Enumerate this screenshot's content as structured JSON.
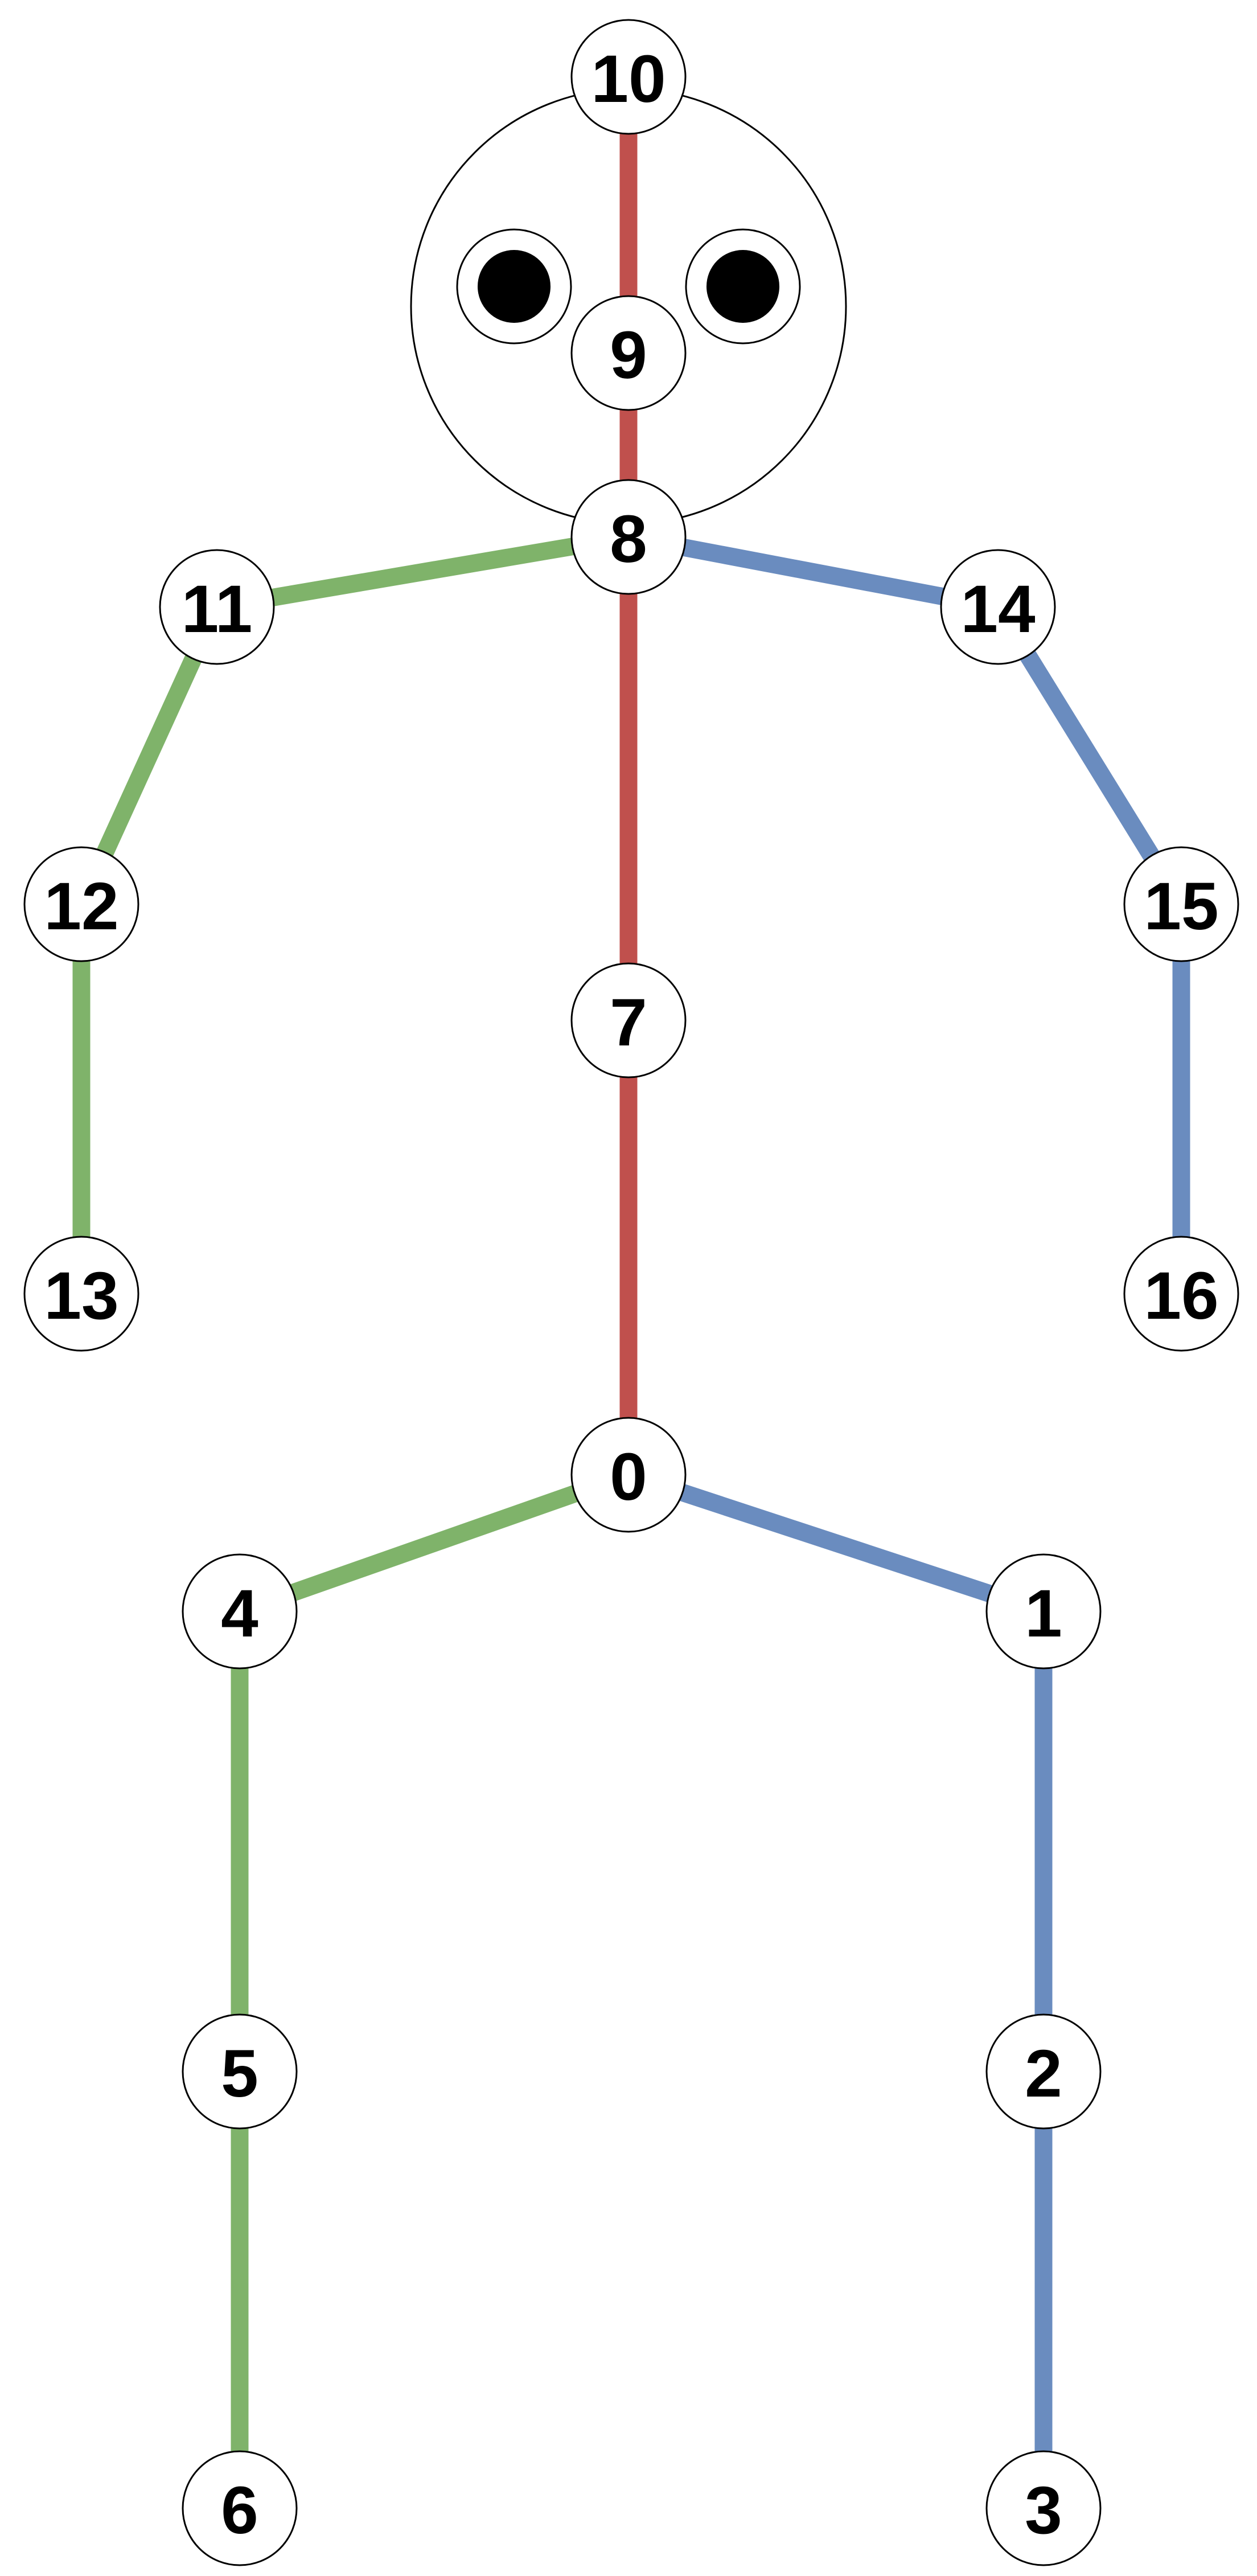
{
  "colors": {
    "spine": "#c0504d",
    "left": "#7fb36a",
    "right": "#6a8cbf",
    "outline": "#000000",
    "fill": "#ffffff"
  },
  "joints": [
    {
      "id": 0,
      "label": "0"
    },
    {
      "id": 1,
      "label": "1"
    },
    {
      "id": 2,
      "label": "2"
    },
    {
      "id": 3,
      "label": "3"
    },
    {
      "id": 4,
      "label": "4"
    },
    {
      "id": 5,
      "label": "5"
    },
    {
      "id": 6,
      "label": "6"
    },
    {
      "id": 7,
      "label": "7"
    },
    {
      "id": 8,
      "label": "8"
    },
    {
      "id": 9,
      "label": "9"
    },
    {
      "id": 10,
      "label": "10"
    },
    {
      "id": 11,
      "label": "11"
    },
    {
      "id": 12,
      "label": "12"
    },
    {
      "id": 13,
      "label": "13"
    },
    {
      "id": 14,
      "label": "14"
    },
    {
      "id": 15,
      "label": "15"
    },
    {
      "id": 16,
      "label": "16"
    }
  ],
  "bones": [
    {
      "from": 0,
      "to": 7,
      "side": "spine"
    },
    {
      "from": 7,
      "to": 8,
      "side": "spine"
    },
    {
      "from": 8,
      "to": 9,
      "side": "spine"
    },
    {
      "from": 9,
      "to": 10,
      "side": "spine"
    },
    {
      "from": 8,
      "to": 11,
      "side": "left"
    },
    {
      "from": 11,
      "to": 12,
      "side": "left"
    },
    {
      "from": 12,
      "to": 13,
      "side": "left"
    },
    {
      "from": 8,
      "to": 14,
      "side": "right"
    },
    {
      "from": 14,
      "to": 15,
      "side": "right"
    },
    {
      "from": 15,
      "to": 16,
      "side": "right"
    },
    {
      "from": 0,
      "to": 4,
      "side": "left"
    },
    {
      "from": 4,
      "to": 5,
      "side": "left"
    },
    {
      "from": 5,
      "to": 6,
      "side": "left"
    },
    {
      "from": 0,
      "to": 1,
      "side": "right"
    },
    {
      "from": 1,
      "to": 2,
      "side": "right"
    },
    {
      "from": 2,
      "to": 3,
      "side": "right"
    }
  ],
  "head": {
    "eyes": 2
  }
}
